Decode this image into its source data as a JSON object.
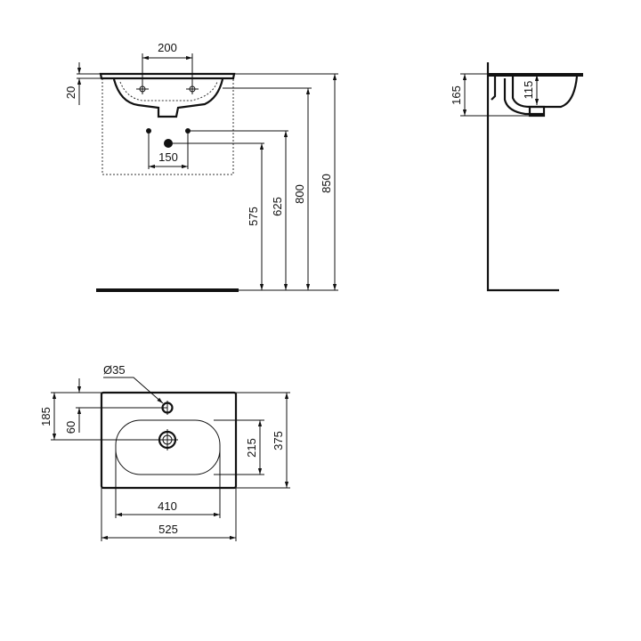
{
  "front_view": {
    "dim_tap_spacing": "200",
    "dim_rim_thickness": "20",
    "dim_supply_spacing": "150",
    "dim_waste_height": "575",
    "dim_supply_height": "625",
    "dim_bowl_height": "800",
    "dim_rim_height": "850"
  },
  "side_view": {
    "dim_basin_depth": "165",
    "dim_bowl_depth": "115"
  },
  "top_view": {
    "dim_tap_hole_diameter": "Ø35",
    "dim_drain_from_back": "185",
    "dim_tap_from_back": "60",
    "dim_bowl_depth": "215",
    "dim_overall_depth": "375",
    "dim_bowl_width": "410",
    "dim_overall_width": "525"
  }
}
